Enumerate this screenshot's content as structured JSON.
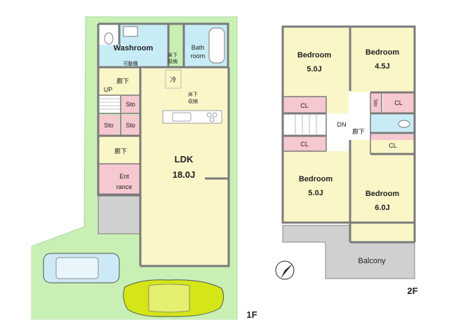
{
  "floor1": {
    "name": "1F",
    "rooms": {
      "washroom": "Washroom",
      "bath_l1": "Bath",
      "bath_l2": "room",
      "movable_shelf": "可動棚",
      "underfloor_1_l1": "床下",
      "underfloor_1_l2": "収納",
      "fridge": "冷",
      "underfloor_2_l1": "床下",
      "underfloor_2_l2": "収納",
      "hallway_upper": "廊下",
      "up": "UP",
      "storage_1": "Sto",
      "storage_2": "Sto",
      "storage_3": "Sto",
      "hallway_lower": "廊下",
      "entrance_l1": "Ent",
      "entrance_l2": "rance",
      "ldk_name": "LDK",
      "ldk_size": "18.0J"
    }
  },
  "floor2": {
    "name": "2F",
    "rooms": {
      "bedroom_nw_name": "Bedroom",
      "bedroom_nw_size": "5.0J",
      "bedroom_ne_name": "Bedroom",
      "bedroom_ne_size": "4.5J",
      "closet_1": "CL",
      "storage": "Sto",
      "closet_2": "CL",
      "dn": "DN",
      "hallway": "廊下",
      "closet_3": "CL",
      "closet_4": "CL",
      "bedroom_sw_name": "Bedroom",
      "bedroom_sw_size": "5.0J",
      "bedroom_se_name": "Bedroom",
      "bedroom_se_size": "6.0J",
      "balcony": "Balcony"
    }
  },
  "colors": {
    "lot": "#c8f0b4",
    "room": "#fbf6c8",
    "water": "#c8ecf6",
    "storage": "#f6c8d0",
    "porch": "#d0d0d0",
    "wall": "#7a7a7a",
    "car_yellow": "#d4e618",
    "car_blue": "#cde9f5"
  }
}
